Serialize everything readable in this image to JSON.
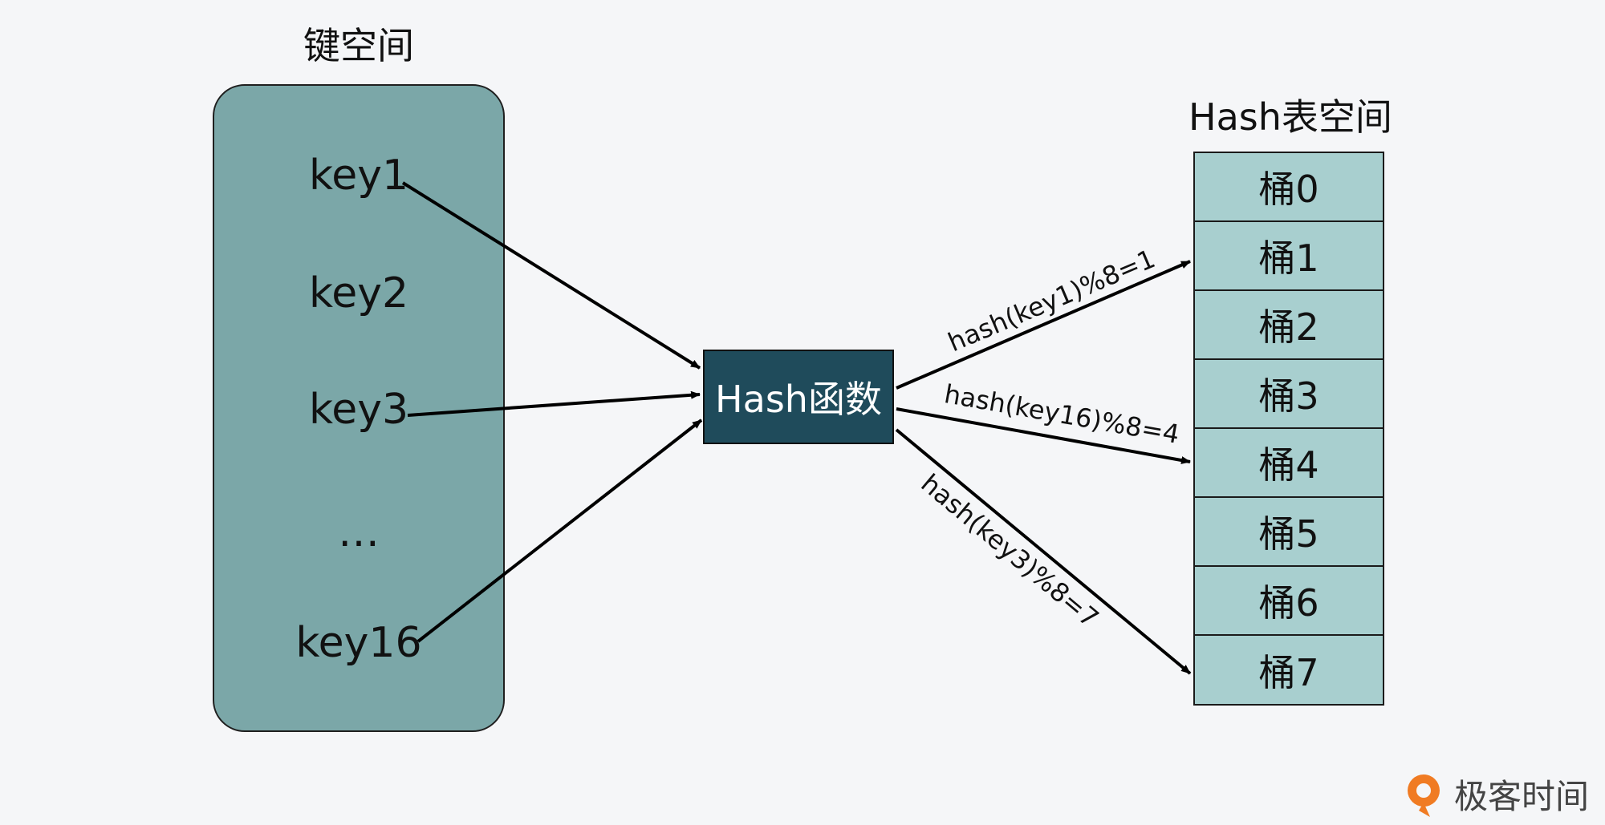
{
  "key_space": {
    "title": "键空间",
    "keys": [
      "key1",
      "key2",
      "key3",
      "…",
      "key16"
    ]
  },
  "hash_function": {
    "label": "Hash函数"
  },
  "table_space": {
    "title": "Hash表空间",
    "buckets": [
      "桶0",
      "桶1",
      "桶2",
      "桶3",
      "桶4",
      "桶5",
      "桶6",
      "桶7"
    ]
  },
  "edges": {
    "key1_label": "hash(key1)%8=1",
    "key16_label": "hash(key16)%8=4",
    "key3_label": "hash(key3)%8=7"
  },
  "logo": {
    "text": "极客时间"
  },
  "colors": {
    "key_space_fill": "#7ba7a8",
    "hash_fill": "#1f4b5b",
    "bucket_fill": "#a8cfcf",
    "logo_orange": "#f07b23"
  }
}
